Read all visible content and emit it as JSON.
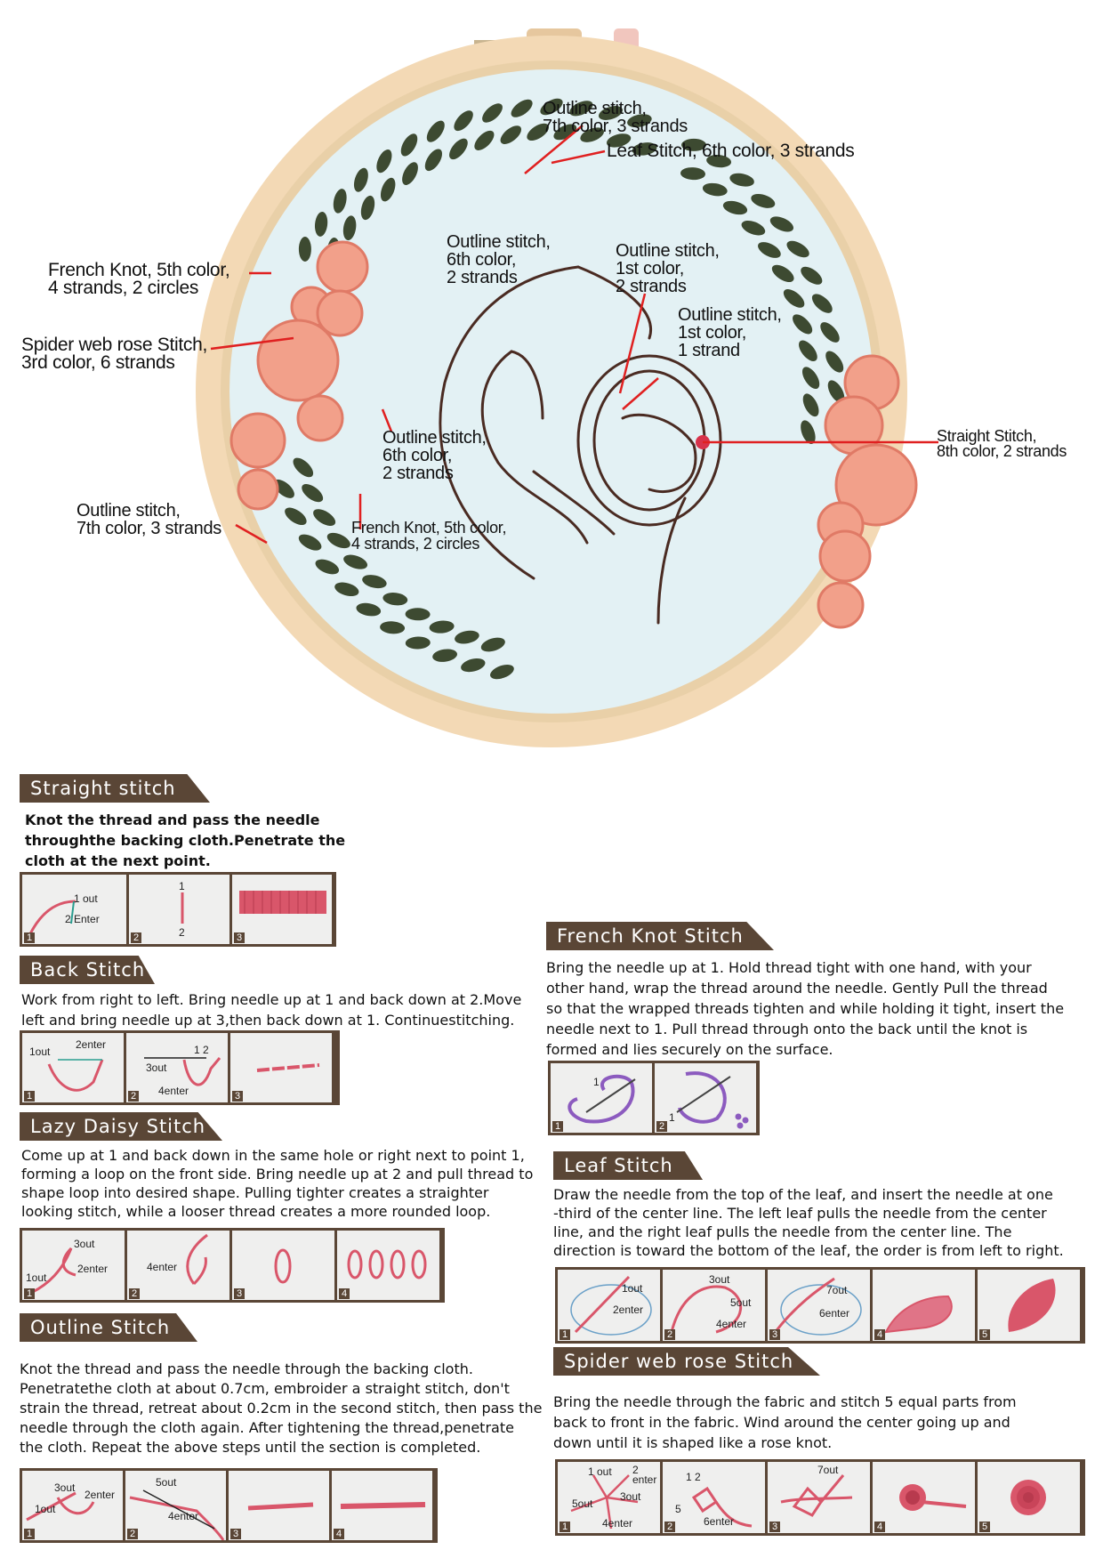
{
  "hoop_annotations": {
    "a1": "Outline stitch,\n7th color, 3 strands",
    "a2": "Leaf Stitch, 6th color, 3 strands",
    "a3": "Outline stitch,\n6th color,\n2 strands",
    "a4": "Outline stitch,\n1st color,\n2 strands",
    "a5": "Outline stitch,\n1st color,\n1 strand",
    "a6": "French Knot, 5th color,\n4 strands, 2 circles",
    "a7": "Spider web rose Stitch,\n3rd color, 6 strands",
    "a8": "Outline stitch,\n6th color,\n2 strands",
    "a9": "Straight Stitch,\n8th color, 2 strands",
    "a10": "Outline stitch,\n7th color, 3 strands",
    "a11": "French Knot, 5th color,\n4 strands, 2 circles"
  },
  "colors": {
    "header": "#5a4636",
    "thread_pink": "#d9566a",
    "leaf": "#3d4a31",
    "rose": "#f2a08a",
    "hoop": "#f3d9b5"
  },
  "sections": {
    "straight": {
      "title": "Straight stitch",
      "text": "Knot the thread and pass the needle\nthroughthe backing cloth.Penetrate the\ncloth at the next point.",
      "panels": [
        "1",
        "2",
        "3"
      ],
      "labels": {
        "out": "1 out",
        "enter": "2 Enter",
        "one": "1",
        "two": "2"
      }
    },
    "back": {
      "title": "Back Stitch",
      "text": "Work from right to left. Bring needle up at 1 and back down at 2.Move\nleft and bring needle up at 3,then back down at 1. Continuestitching.",
      "panels": [
        "1",
        "2",
        "3"
      ],
      "labels": {
        "l1": "1out",
        "l2": "2enter",
        "l3": "1  2",
        "l4": "3out",
        "l5": "4enter"
      }
    },
    "lazy": {
      "title": "Lazy Daisy Stitch",
      "text": "Come up at 1 and back down in the same hole or right next to point 1,\nforming a loop on the front side. Bring needle up at 2 and pull thread to\nshape loop into desired shape. Pulling tighter creates a straighter\nlooking stitch, while a looser thread creates a more rounded loop.",
      "panels": [
        "1",
        "2",
        "3",
        "4"
      ],
      "labels": {
        "l1": "3out",
        "l2": "2enter",
        "l3": "1out",
        "l4": "4enter"
      }
    },
    "outline": {
      "title": "Outline Stitch",
      "text": "Knot the thread and pass the needle through the backing cloth.\nPenetratethe cloth at about 0.7cm, embroider a straight stitch, don't\nstrain the thread, retreat about 0.2cm in the second stitch, then pass the\nneedle through the cloth again. After tightening the thread,penetrate\nthe cloth. Repeat the above steps until the section is completed.",
      "panels": [
        "1",
        "2",
        "3",
        "4"
      ],
      "labels": {
        "l1": "3out",
        "l2": "2enter",
        "l3": "1out",
        "l4": "5out",
        "l5": "4enter"
      }
    },
    "french": {
      "title": "French Knot Stitch",
      "text": "Bring the needle up at 1. Hold thread tight with one hand, with your\nother hand, wrap the thread around the needle. Gently Pull the thread\nso that the wrapped threads tighten and while holding it tight, insert the\nneedle next to 1. Pull thread through onto the back until the knot is\nformed and lies securely on the surface.",
      "panels": [
        "1",
        "2"
      ],
      "labels": {
        "l1": "1",
        "l2": "1"
      }
    },
    "leaf": {
      "title": "Leaf Stitch",
      "text": "Draw the needle from the top of the leaf, and insert the needle at one\n-third of the center line. The left leaf pulls the needle from the center\nline, and the right  leaf pulls the needle from the center line. The\ndirection is toward the bottom of the leaf, the order is from left to right.",
      "panels": [
        "1",
        "2",
        "3",
        "4",
        "5"
      ],
      "labels": {
        "l1": "1out",
        "l2": "2enter",
        "l3": "3out",
        "l4": "5out",
        "l5": "4enter",
        "l6": "7out",
        "l7": "6enter"
      }
    },
    "spider": {
      "title": "Spider web rose Stitch",
      "text": "Bring the needle through the fabric and stitch 5 equal parts from\nback to front in the fabric. Wind around the center going up and\ndown until it is shaped like a rose knot.",
      "panels": [
        "1",
        "2",
        "3",
        "4",
        "5"
      ],
      "labels": {
        "l1": "1 out",
        "l2": "2\nenter",
        "l3": "3out",
        "l4": "5out",
        "l5": "4enter",
        "l6": "1   2",
        "l7": "5",
        "l8": "6enter",
        "l9": "7out"
      }
    }
  }
}
